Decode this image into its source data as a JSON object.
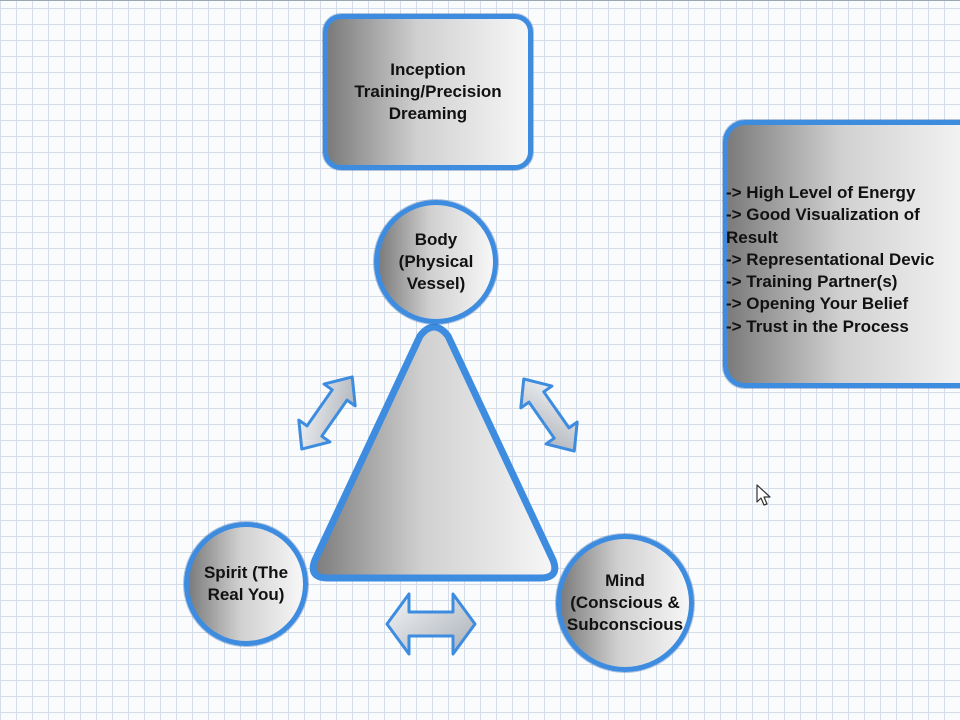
{
  "diagram": {
    "top_box": {
      "lines": [
        "Inception",
        "Training/Precision",
        "Dreaming"
      ]
    },
    "side_box": {
      "lines": [
        "-> High Level of Energy",
        "-> Good Visualization of",
        "Result",
        "-> Representational Devic",
        "-> Training Partner(s)",
        "-> Opening Your Belief",
        "-> Trust in the Process"
      ]
    },
    "body_node": {
      "lines": [
        "Body",
        "(Physical",
        "Vessel)"
      ]
    },
    "spirit_node": {
      "lines": [
        "Spirit (The",
        "Real You)"
      ]
    },
    "mind_node": {
      "lines": [
        "Mind",
        "(Conscious &",
        "Subconscious"
      ]
    }
  },
  "colors": {
    "accent": "#3d8ce0",
    "grid": "#d4dde8",
    "fill_dark": "#7b7b7b",
    "fill_light": "#f7f7f7"
  }
}
